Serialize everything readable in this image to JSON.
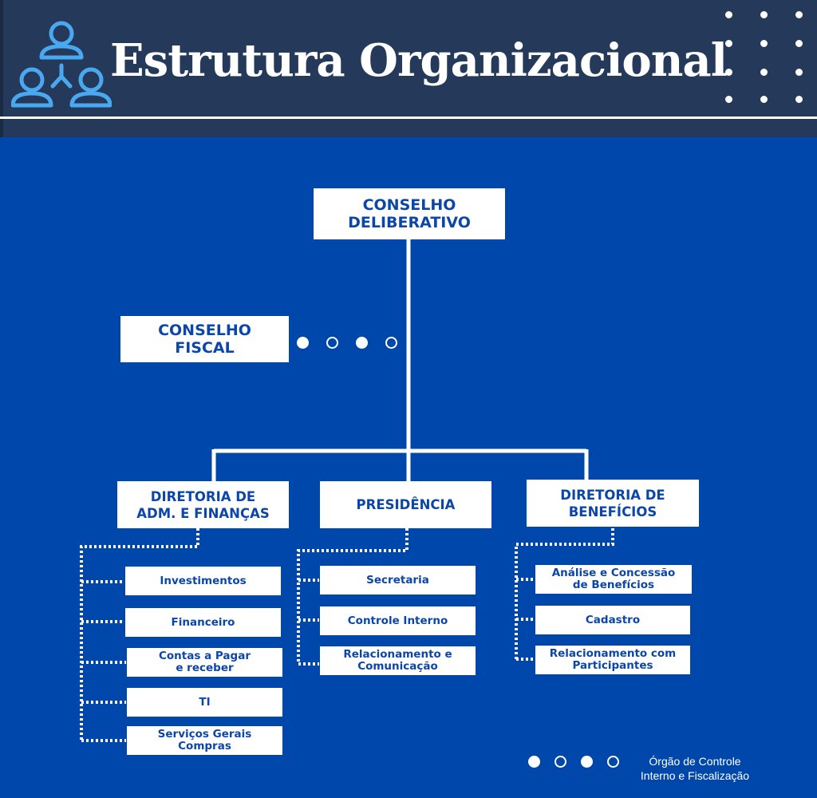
{
  "header": {
    "title": "Estrutura Organizacional",
    "logo_icon": "org-people-icon",
    "dots_icon": "dot-grid-icon"
  },
  "org": {
    "conselho_deliberativo": "CONSELHO\nDELIBERATIVO",
    "conselho_fiscal": "CONSELHO\nFISCAL",
    "diretoria_adm": "DIRETORIA DE\nADM. E FINANÇAS",
    "presidencia": "PRESIDÊNCIA",
    "diretoria_beneficios": "DIRETORIA DE\nBENEFÍCIOS",
    "adm_items": [
      "Investimentos",
      "Financeiro",
      "Contas a Pagar\ne receber",
      "TI",
      "Serviços Gerais\nCompras"
    ],
    "presidencia_items": [
      "Secretaria",
      "Controle Interno",
      "Relacionamento e\nComunicação"
    ],
    "beneficios_items": [
      "Análise e Concessão\nde Benefícios",
      "Cadastro",
      "Relacionamento com\nParticipantes"
    ]
  },
  "legend": {
    "label": "Órgão de Controle\nInterno e Fiscalização",
    "dots_pattern": [
      "filled",
      "hollow",
      "filled",
      "hollow"
    ]
  },
  "colors": {
    "background": "#0047ab",
    "header": "#253a5a",
    "box_text": "#0b46a8",
    "accent_icon": "#4aa8f0"
  }
}
